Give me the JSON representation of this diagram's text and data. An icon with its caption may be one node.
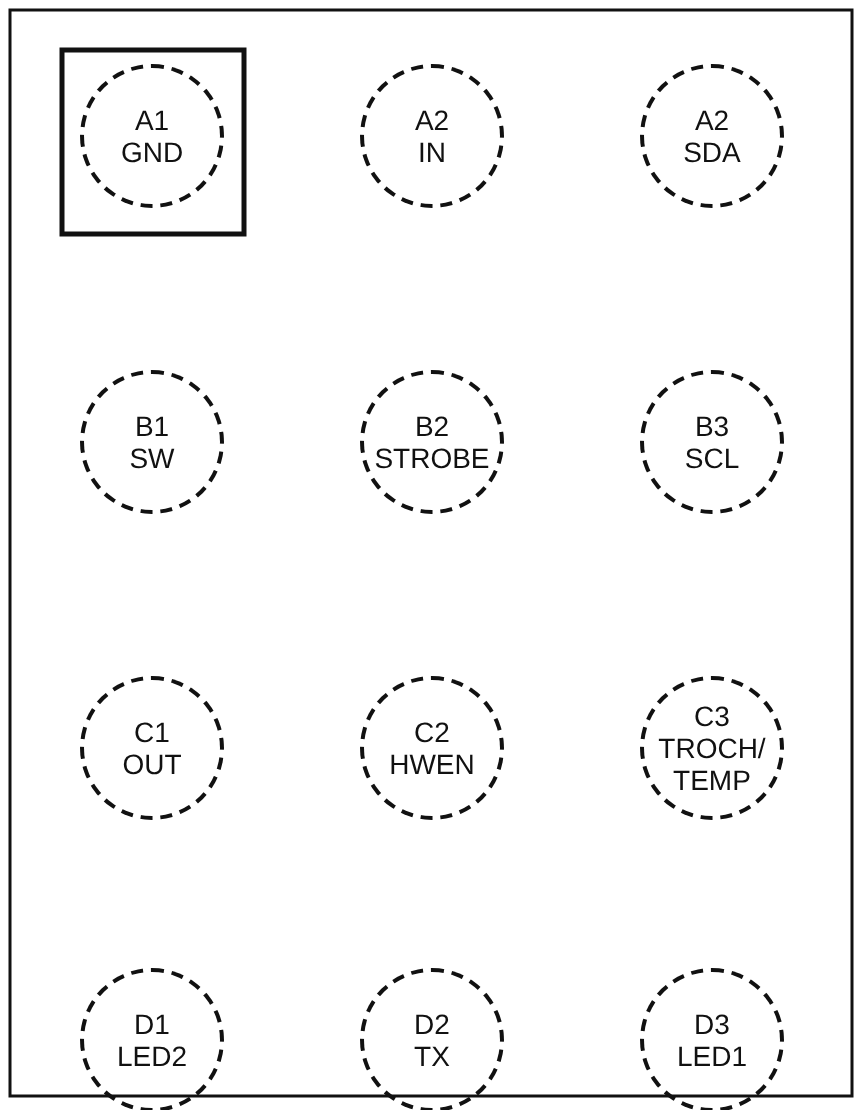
{
  "diagram": {
    "nodes": [
      {
        "text": [
          "A1",
          "GND"
        ]
      },
      {
        "text": [
          "A2",
          "IN"
        ]
      },
      {
        "text": [
          "A2",
          "SDA"
        ]
      },
      {
        "text": [
          "B1",
          "SW"
        ]
      },
      {
        "text": [
          "B2",
          "STROBE"
        ]
      },
      {
        "text": [
          "B3",
          "SCL"
        ]
      },
      {
        "text": [
          "C1",
          "OUT"
        ]
      },
      {
        "text": [
          "C2",
          "HWEN"
        ]
      },
      {
        "text": [
          "C3",
          "TROCH/TEMP"
        ]
      },
      {
        "text": [
          "D1",
          "LED2"
        ]
      },
      {
        "text": [
          "D2",
          "TX"
        ]
      },
      {
        "text": [
          "D3",
          "LED1"
        ]
      }
    ]
  }
}
